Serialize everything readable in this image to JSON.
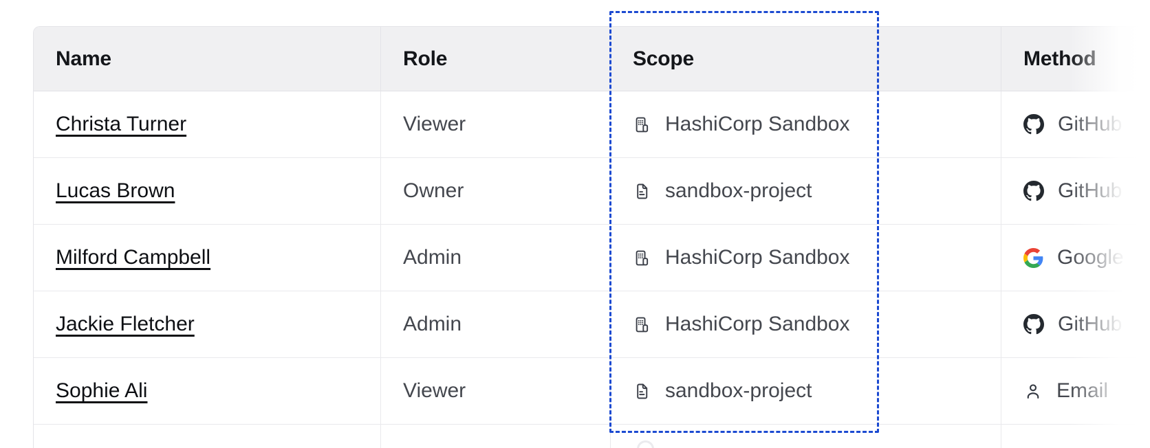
{
  "page": {
    "background": "#ffffff"
  },
  "table": {
    "columns": [
      "Name",
      "Role",
      "Scope",
      "Method"
    ],
    "rows": [
      {
        "name": "Christa Turner",
        "role": "Viewer",
        "scope": {
          "icon": "org-icon",
          "label": "HashiCorp Sandbox"
        },
        "method": {
          "icon": "github-icon",
          "label": "GitHub"
        }
      },
      {
        "name": "Lucas Brown",
        "role": "Owner",
        "scope": {
          "icon": "file-text-icon",
          "label": "sandbox-project"
        },
        "method": {
          "icon": "github-icon",
          "label": "GitHub"
        }
      },
      {
        "name": "Milford Campbell",
        "role": "Admin",
        "scope": {
          "icon": "org-icon",
          "label": "HashiCorp Sandbox"
        },
        "method": {
          "icon": "google-icon",
          "label": "Google"
        }
      },
      {
        "name": "Jackie Fletcher",
        "role": "Admin",
        "scope": {
          "icon": "org-icon",
          "label": "HashiCorp Sandbox"
        },
        "method": {
          "icon": "github-icon",
          "label": "GitHub"
        }
      },
      {
        "name": "Sophie Ali",
        "role": "Viewer",
        "scope": {
          "icon": "file-text-icon",
          "label": "sandbox-project"
        },
        "method": {
          "icon": "user-icon",
          "label": "Email"
        }
      }
    ]
  },
  "annotation": {
    "target": "scope-column",
    "style": "dashed-rectangle",
    "color": "#1c4ad1"
  },
  "colors": {
    "header_bg": "#f0f0f2",
    "border": "#e9e9ec",
    "text_primary": "#0d0f13",
    "text_secondary": "#44474e",
    "github_mark": "#24292f"
  }
}
